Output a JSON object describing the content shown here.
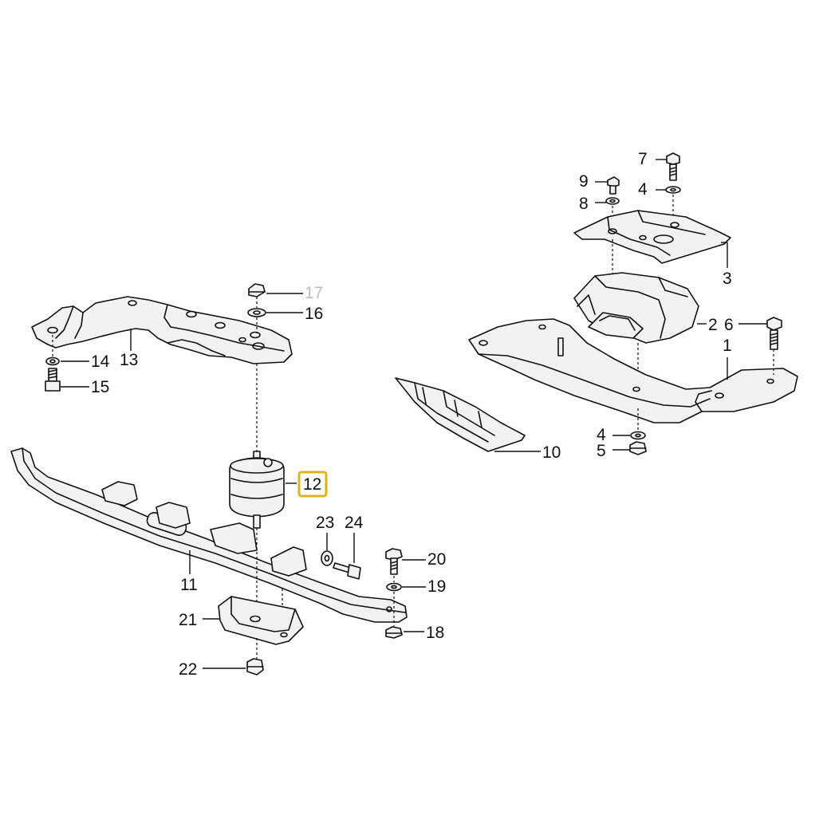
{
  "diagram": {
    "highlighted_part": "12",
    "highlight_color": "#e0b315",
    "callouts": [
      {
        "id": "c1",
        "text": "1"
      },
      {
        "id": "c2",
        "text": "2"
      },
      {
        "id": "c3",
        "text": "3"
      },
      {
        "id": "c4a",
        "text": "4"
      },
      {
        "id": "c4b",
        "text": "4"
      },
      {
        "id": "c5",
        "text": "5"
      },
      {
        "id": "c6",
        "text": "6"
      },
      {
        "id": "c7",
        "text": "7"
      },
      {
        "id": "c8",
        "text": "8"
      },
      {
        "id": "c9",
        "text": "9"
      },
      {
        "id": "c10",
        "text": "10"
      },
      {
        "id": "c11",
        "text": "11"
      },
      {
        "id": "c12",
        "text": "12"
      },
      {
        "id": "c13",
        "text": "13"
      },
      {
        "id": "c14",
        "text": "14"
      },
      {
        "id": "c15",
        "text": "15"
      },
      {
        "id": "c16",
        "text": "16"
      },
      {
        "id": "c17",
        "text": "17"
      },
      {
        "id": "c18",
        "text": "18"
      },
      {
        "id": "c19",
        "text": "19"
      },
      {
        "id": "c20",
        "text": "20"
      },
      {
        "id": "c21",
        "text": "21"
      },
      {
        "id": "c22",
        "text": "22"
      },
      {
        "id": "c23",
        "text": "23"
      },
      {
        "id": "c24",
        "text": "24"
      }
    ]
  }
}
